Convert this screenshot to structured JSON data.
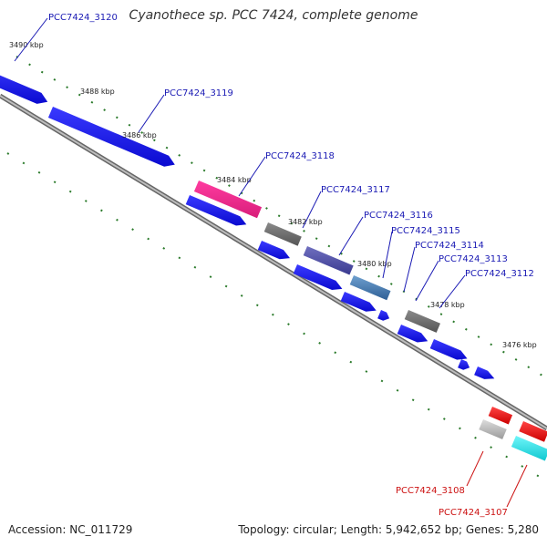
{
  "header": {
    "title": "Cyanothece sp. PCC 7424, complete genome"
  },
  "footer": {
    "accession": "Accession: NC_011729",
    "summary": "Topology: circular; Length: 5,942,652 bp; Genes: 5,280"
  },
  "scale_labels": [
    "3490 kbp",
    "3488 kbp",
    "3486 kbp",
    "3484 kbp",
    "3482 kbp",
    "3480 kbp",
    "3478 kbp",
    "3476 kbp"
  ],
  "gene_labels": [
    "PCC7424_3120",
    "PCC7424_3119",
    "PCC7424_3118",
    "PCC7424_3117",
    "PCC7424_3116",
    "PCC7424_3115",
    "PCC7424_3114",
    "PCC7424_3113",
    "PCC7424_3112",
    "PCC7424_3108",
    "PCC7424_3107"
  ],
  "colors": {
    "forward_cds": "#1010e8",
    "reverse_cds": "#ee1111",
    "labels_forward": "#1a1ab4",
    "labels_reverse": "#cc1111",
    "backbone": "#888888",
    "ticks": "#2a7a2a",
    "magenta_feature": "#ee2a8c",
    "cyan_feature": "#19e6ec",
    "grey_feature": "#6e6e6e",
    "slate_feature": "#5a5aa8",
    "steel_feature": "#4f7fb5"
  }
}
